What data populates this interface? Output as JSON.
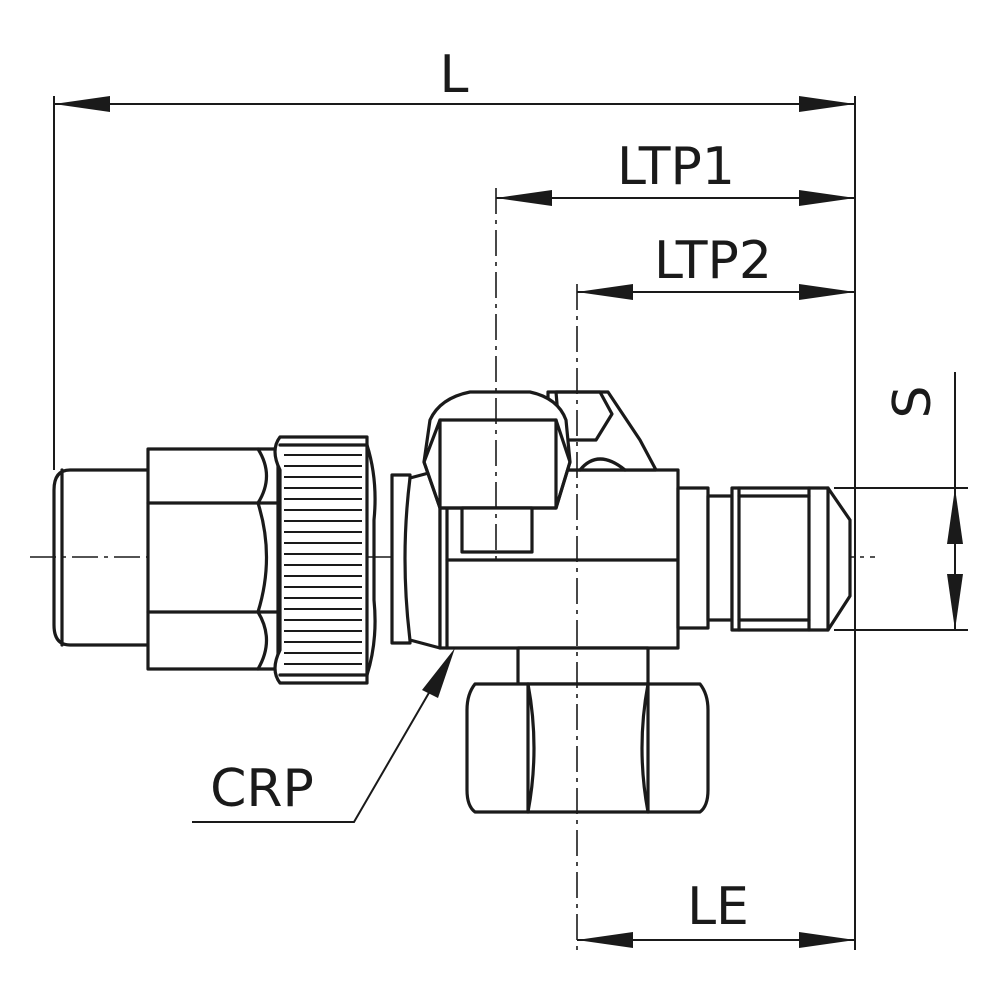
{
  "drawing": {
    "colors": {
      "ink": "#1a1a1a",
      "background": "#ffffff"
    },
    "dimensions": {
      "overall_length": "L",
      "pivot_length_1": "LTP1",
      "pivot_length_2": "LTP2",
      "hex_size": "S",
      "end_length": "LE"
    },
    "callouts": {
      "crp": "CRP"
    }
  }
}
